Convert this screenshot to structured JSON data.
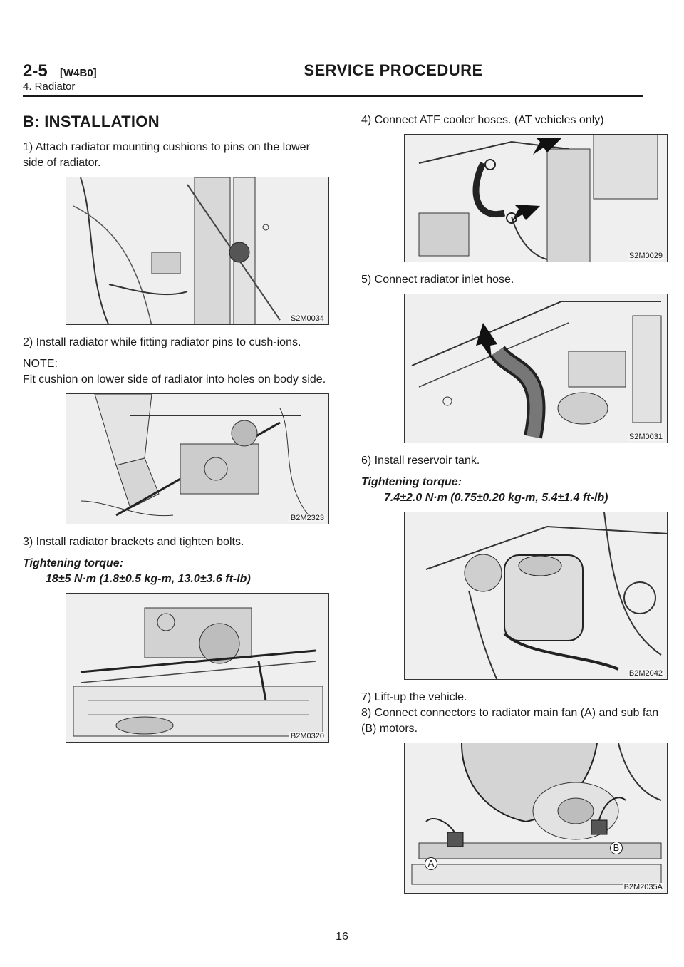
{
  "header": {
    "section_number": "2-5",
    "section_code": "[W4B0]",
    "title": "SERVICE PROCEDURE",
    "subtitle": "4. Radiator"
  },
  "heading": "B: INSTALLATION",
  "steps": {
    "s1": "1) Attach radiator mounting cushions to pins on the lower side of radiator.",
    "s2": "2) Install radiator while fitting radiator pins to cush-ions.",
    "note_label": "NOTE:",
    "note_text": "Fit cushion on lower side of radiator into holes on body side.",
    "s3": "3) Install radiator brackets and tighten bolts.",
    "s4": "4) Connect ATF cooler hoses. (AT vehicles only)",
    "s5": "5) Connect radiator inlet hose.",
    "s6": "6) Install reservoir tank.",
    "s7": "7) Lift-up the vehicle.",
    "s8": "8) Connect connectors to radiator main fan (A) and sub fan (B) motors."
  },
  "torque": {
    "label": "Tightening torque:",
    "t3": "18±5 N·m (1.8±0.5 kg-m, 13.0±3.6 ft-lb)",
    "t6": "7.4±2.0 N·m (0.75±0.20 kg-m, 5.4±1.4 ft-lb)"
  },
  "figures": {
    "f1": "S2M0034",
    "f2": "B2M2323",
    "f3": "B2M0320",
    "f4": "S2M0029",
    "f5": "S2M0031",
    "f6": "B2M2042",
    "f7": "B2M2035A",
    "f7_label_a": "A",
    "f7_label_b": "B"
  },
  "page_number": "16"
}
